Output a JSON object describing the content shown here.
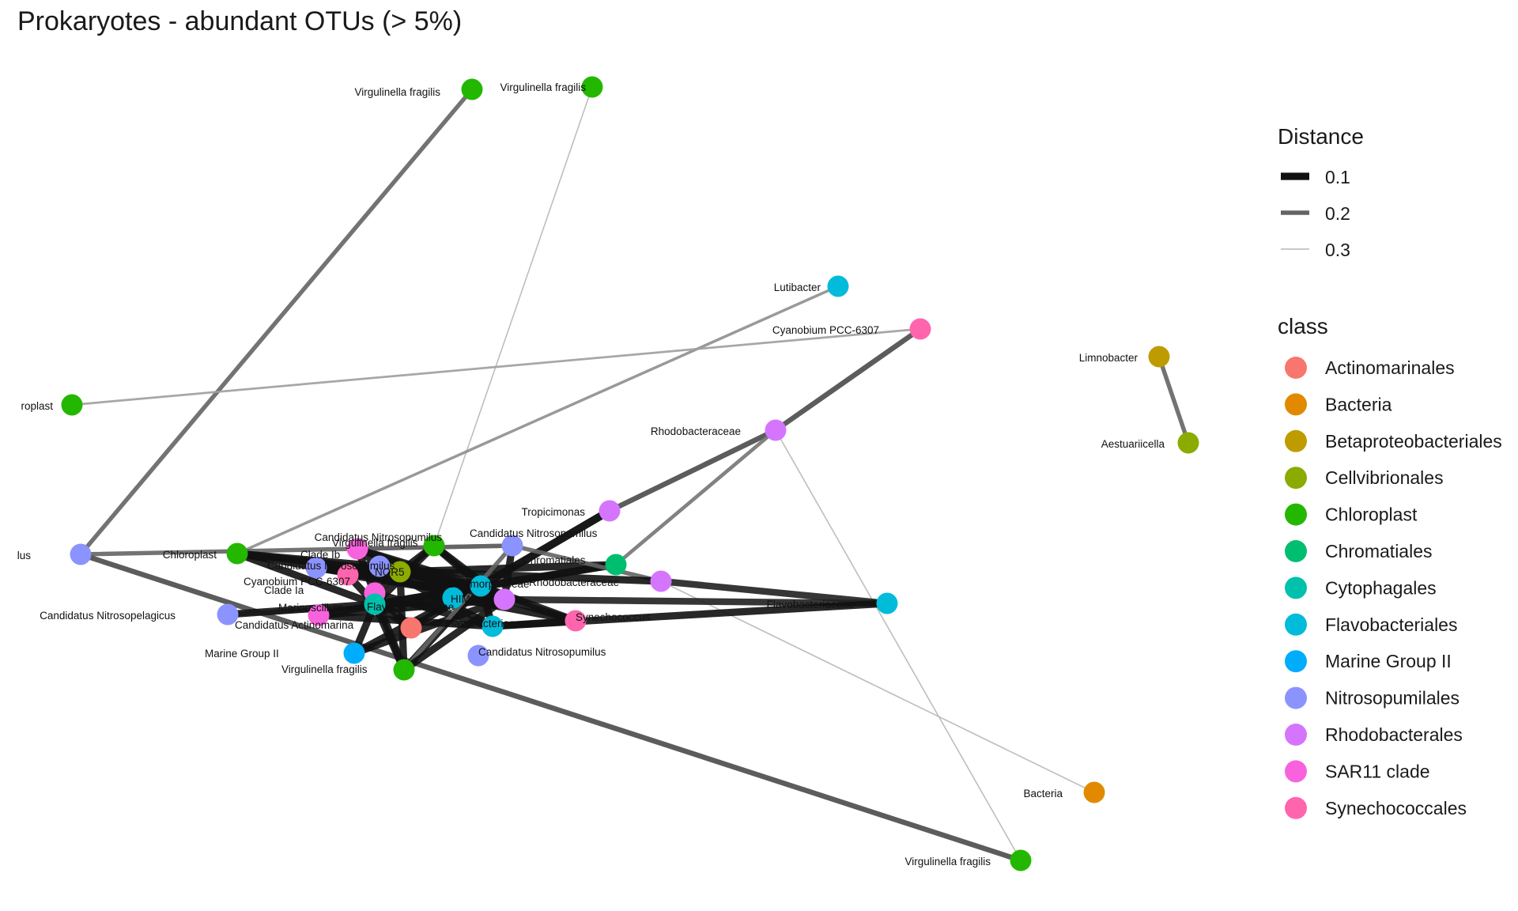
{
  "title": "Prokaryotes - abundant OTUs (> 5%)",
  "legend_distance": {
    "title": "Distance",
    "items": [
      {
        "label": "0.1",
        "distance": 0.1
      },
      {
        "label": "0.2",
        "distance": 0.2
      },
      {
        "label": "0.3",
        "distance": 0.3
      }
    ]
  },
  "legend_class": {
    "title": "class",
    "items": [
      {
        "label": "Actinomarinales",
        "color": "#F8766D"
      },
      {
        "label": "Bacteria",
        "color": "#E18A00"
      },
      {
        "label": "Betaproteobacteriales",
        "color": "#BE9C00"
      },
      {
        "label": "Cellvibrionales",
        "color": "#8CAB00"
      },
      {
        "label": "Chloroplast",
        "color": "#24B700"
      },
      {
        "label": "Chromatiales",
        "color": "#00BE70"
      },
      {
        "label": "Cytophagales",
        "color": "#00C1AB"
      },
      {
        "label": "Flavobacteriales",
        "color": "#00BBDA"
      },
      {
        "label": "Marine Group II",
        "color": "#00ACFC"
      },
      {
        "label": "Nitrosopumilales",
        "color": "#8B93FF"
      },
      {
        "label": "Rhodobacterales",
        "color": "#D575FE"
      },
      {
        "label": "SAR11 clade",
        "color": "#F962DD"
      },
      {
        "label": "Synechococcales",
        "color": "#FF65AC"
      }
    ]
  },
  "network": {
    "nodes": [
      {
        "id": "n1",
        "label": "Virgulinella fragilis",
        "class": "Chloroplast"
      },
      {
        "id": "n2",
        "label": "Virgulinella fragilis",
        "class": "Chloroplast"
      },
      {
        "id": "n3",
        "label": "Lutibacter",
        "class": "Flavobacteriales"
      },
      {
        "id": "n4",
        "label": "Cyanobium PCC-6307",
        "class": "Synechococcales"
      },
      {
        "id": "n5",
        "label": "roplast",
        "class": "Chloroplast"
      },
      {
        "id": "n6",
        "label": "Limnobacter",
        "class": "Betaproteobacteriales"
      },
      {
        "id": "n7",
        "label": "Aestuariicella",
        "class": "Cellvibrionales"
      },
      {
        "id": "n8",
        "label": "Rhodobacteraceae",
        "class": "Rhodobacterales"
      },
      {
        "id": "n9",
        "label": "Tropicimonas",
        "class": "Rhodobacterales"
      },
      {
        "id": "n10",
        "label": "lus",
        "class": "Nitrosopumilales"
      },
      {
        "id": "n11",
        "label": "Chloroplast",
        "class": "Chloroplast"
      },
      {
        "id": "n12",
        "label": "Candidatus Nitrosopumilus",
        "class": "Chloroplast"
      },
      {
        "id": "n13",
        "label": "Virgulinella fragilis",
        "class": "SAR11 clade"
      },
      {
        "id": "n14",
        "label": "Clade Ib",
        "class": "Nitrosopumilales"
      },
      {
        "id": "n15",
        "label": "Candidatus Nitrosopumilus",
        "class": "Nitrosopumilales"
      },
      {
        "id": "n16",
        "label": "Cyanobium PCC-6307",
        "class": "Synechococcales"
      },
      {
        "id": "n17",
        "label": "NOR5",
        "class": "Cellvibrionales"
      },
      {
        "id": "n18",
        "label": "Chromatiales",
        "class": "Chromatiales"
      },
      {
        "id": "n19",
        "label": "Rhodobacteraceae",
        "class": "Rhodobacterales"
      },
      {
        "id": "n20",
        "label": "Flavobacteriaceae",
        "class": "Flavobacteriales"
      },
      {
        "id": "n21",
        "label": "Candidatus Nitrosopelagicus",
        "class": "Nitrosopumilales"
      },
      {
        "id": "n22",
        "label": "Clade Ia",
        "class": "SAR11 clade"
      },
      {
        "id": "n23",
        "label": "Marinoscillum",
        "class": "SAR11 clade"
      },
      {
        "id": "n24",
        "label": "Flavobacteriaceae",
        "class": "Cytophagales"
      },
      {
        "id": "n25",
        "label": "HIMB",
        "class": "Flavobacteriales"
      },
      {
        "id": "n26",
        "label": "",
        "class": "Rhodobacterales"
      },
      {
        "id": "n27",
        "label": "Candidatus Actinomarina",
        "class": "Actinomarinales"
      },
      {
        "id": "n28",
        "label": "Cryomorphaceae",
        "class": "Flavobacteriales"
      },
      {
        "id": "n29",
        "label": "Flavobacteriaceae",
        "class": "Flavobacteriales"
      },
      {
        "id": "n30",
        "label": "Synechococcus",
        "class": "Synechococcales"
      },
      {
        "id": "n31",
        "label": "Marine Group II",
        "class": "Marine Group II"
      },
      {
        "id": "n32",
        "label": "Candidatus Nitrosopumilus",
        "class": "Nitrosopumilales"
      },
      {
        "id": "n33",
        "label": "Virgulinella fragilis",
        "class": "Chloroplast"
      },
      {
        "id": "n34",
        "label": "Candidatus Nitrosopumilus",
        "class": "Nitrosopumilales"
      },
      {
        "id": "n35",
        "label": "Bacteria",
        "class": "Bacteria"
      },
      {
        "id": "n36",
        "label": "Virgulinella fragilis",
        "class": "Chloroplast"
      }
    ],
    "edges": [
      {
        "source": "n1",
        "target": "n10",
        "distance": 0.2
      },
      {
        "source": "n2",
        "target": "n12",
        "distance": 0.3
      },
      {
        "source": "n3",
        "target": "n11",
        "distance": 0.25
      },
      {
        "source": "n4",
        "target": "n8",
        "distance": 0.17
      },
      {
        "source": "n5",
        "target": "n4",
        "distance": 0.27
      },
      {
        "source": "n6",
        "target": "n7",
        "distance": 0.2
      },
      {
        "source": "n8",
        "target": "n9",
        "distance": 0.17
      },
      {
        "source": "n8",
        "target": "n36",
        "distance": 0.3
      },
      {
        "source": "n8",
        "target": "n18",
        "distance": 0.22
      },
      {
        "source": "n9",
        "target": "n28",
        "distance": 0.08
      },
      {
        "source": "n10",
        "target": "n34",
        "distance": 0.2
      },
      {
        "source": "n10",
        "target": "n36",
        "distance": 0.17
      },
      {
        "source": "n35",
        "target": "n19",
        "distance": 0.3
      },
      {
        "source": "n11",
        "target": "n24",
        "distance": 0.1
      },
      {
        "source": "n11",
        "target": "n26",
        "distance": 0.1
      },
      {
        "source": "n11",
        "target": "n15",
        "distance": 0.1
      },
      {
        "source": "n11",
        "target": "n17",
        "distance": 0.1
      },
      {
        "source": "n12",
        "target": "n28",
        "distance": 0.1
      },
      {
        "source": "n12",
        "target": "n24",
        "distance": 0.1
      },
      {
        "source": "n13",
        "target": "n28",
        "distance": 0.1
      },
      {
        "source": "n13",
        "target": "n33",
        "distance": 0.1
      },
      {
        "source": "n13",
        "target": "n15",
        "distance": 0.1
      },
      {
        "source": "n14",
        "target": "n26",
        "distance": 0.1
      },
      {
        "source": "n14",
        "target": "n28",
        "distance": 0.1
      },
      {
        "source": "n15",
        "target": "n17",
        "distance": 0.1
      },
      {
        "source": "n15",
        "target": "n29",
        "distance": 0.1
      },
      {
        "source": "n16",
        "target": "n24",
        "distance": 0.1
      },
      {
        "source": "n16",
        "target": "n26",
        "distance": 0.1
      },
      {
        "source": "n17",
        "target": "n18",
        "distance": 0.1
      },
      {
        "source": "n17",
        "target": "n28",
        "distance": 0.1
      },
      {
        "source": "n17",
        "target": "n33",
        "distance": 0.1
      },
      {
        "source": "n17",
        "target": "n22",
        "distance": 0.1
      },
      {
        "source": "n18",
        "target": "n28",
        "distance": 0.1
      },
      {
        "source": "n18",
        "target": "n24",
        "distance": 0.1
      },
      {
        "source": "n19",
        "target": "n34",
        "distance": 0.2
      },
      {
        "source": "n19",
        "target": "n14",
        "distance": 0.1
      },
      {
        "source": "n19",
        "target": "n20",
        "distance": 0.12
      },
      {
        "source": "n20",
        "target": "n26",
        "distance": 0.12
      },
      {
        "source": "n21",
        "target": "n26",
        "distance": 0.2
      },
      {
        "source": "n21",
        "target": "n24",
        "distance": 0.1
      },
      {
        "source": "n22",
        "target": "n27",
        "distance": 0.1
      },
      {
        "source": "n22",
        "target": "n29",
        "distance": 0.1
      },
      {
        "source": "n23",
        "target": "n28",
        "distance": 0.1
      },
      {
        "source": "n23",
        "target": "n26",
        "distance": 0.1
      },
      {
        "source": "n24",
        "target": "n26",
        "distance": 0.1
      },
      {
        "source": "n24",
        "target": "n25",
        "distance": 0.1
      },
      {
        "source": "n24",
        "target": "n33",
        "distance": 0.1
      },
      {
        "source": "n25",
        "target": "n30",
        "distance": 0.1
      },
      {
        "source": "n25",
        "target": "n28",
        "distance": 0.1
      },
      {
        "source": "n26",
        "target": "n30",
        "distance": 0.1
      },
      {
        "source": "n26",
        "target": "n12",
        "distance": 0.1
      },
      {
        "source": "n26",
        "target": "n17",
        "distance": 0.1
      },
      {
        "source": "n27",
        "target": "n28",
        "distance": 0.1
      },
      {
        "source": "n27",
        "target": "n24",
        "distance": 0.1
      },
      {
        "source": "n28",
        "target": "n30",
        "distance": 0.1
      },
      {
        "source": "n28",
        "target": "n29",
        "distance": 0.1
      },
      {
        "source": "n28",
        "target": "n31",
        "distance": 0.1
      },
      {
        "source": "n28",
        "target": "n33",
        "distance": 0.1
      },
      {
        "source": "n28",
        "target": "n15",
        "distance": 0.1
      },
      {
        "source": "n29",
        "target": "n20",
        "distance": 0.1
      },
      {
        "source": "n29",
        "target": "n30",
        "distance": 0.1
      },
      {
        "source": "n31",
        "target": "n26",
        "distance": 0.1
      },
      {
        "source": "n31",
        "target": "n24",
        "distance": 0.1
      },
      {
        "source": "n33",
        "target": "n34",
        "distance": 0.2
      },
      {
        "source": "n33",
        "target": "n26",
        "distance": 0.1
      },
      {
        "source": "n34",
        "target": "n26",
        "distance": 0.1
      },
      {
        "source": "n34",
        "target": "n13",
        "distance": 0.2
      },
      {
        "source": "n13",
        "target": "n26",
        "distance": 0.1
      },
      {
        "source": "n15",
        "target": "n26",
        "distance": 0.1
      },
      {
        "source": "n12",
        "target": "n17",
        "distance": 0.1
      },
      {
        "source": "n23",
        "target": "n29",
        "distance": 0.1
      }
    ]
  }
}
